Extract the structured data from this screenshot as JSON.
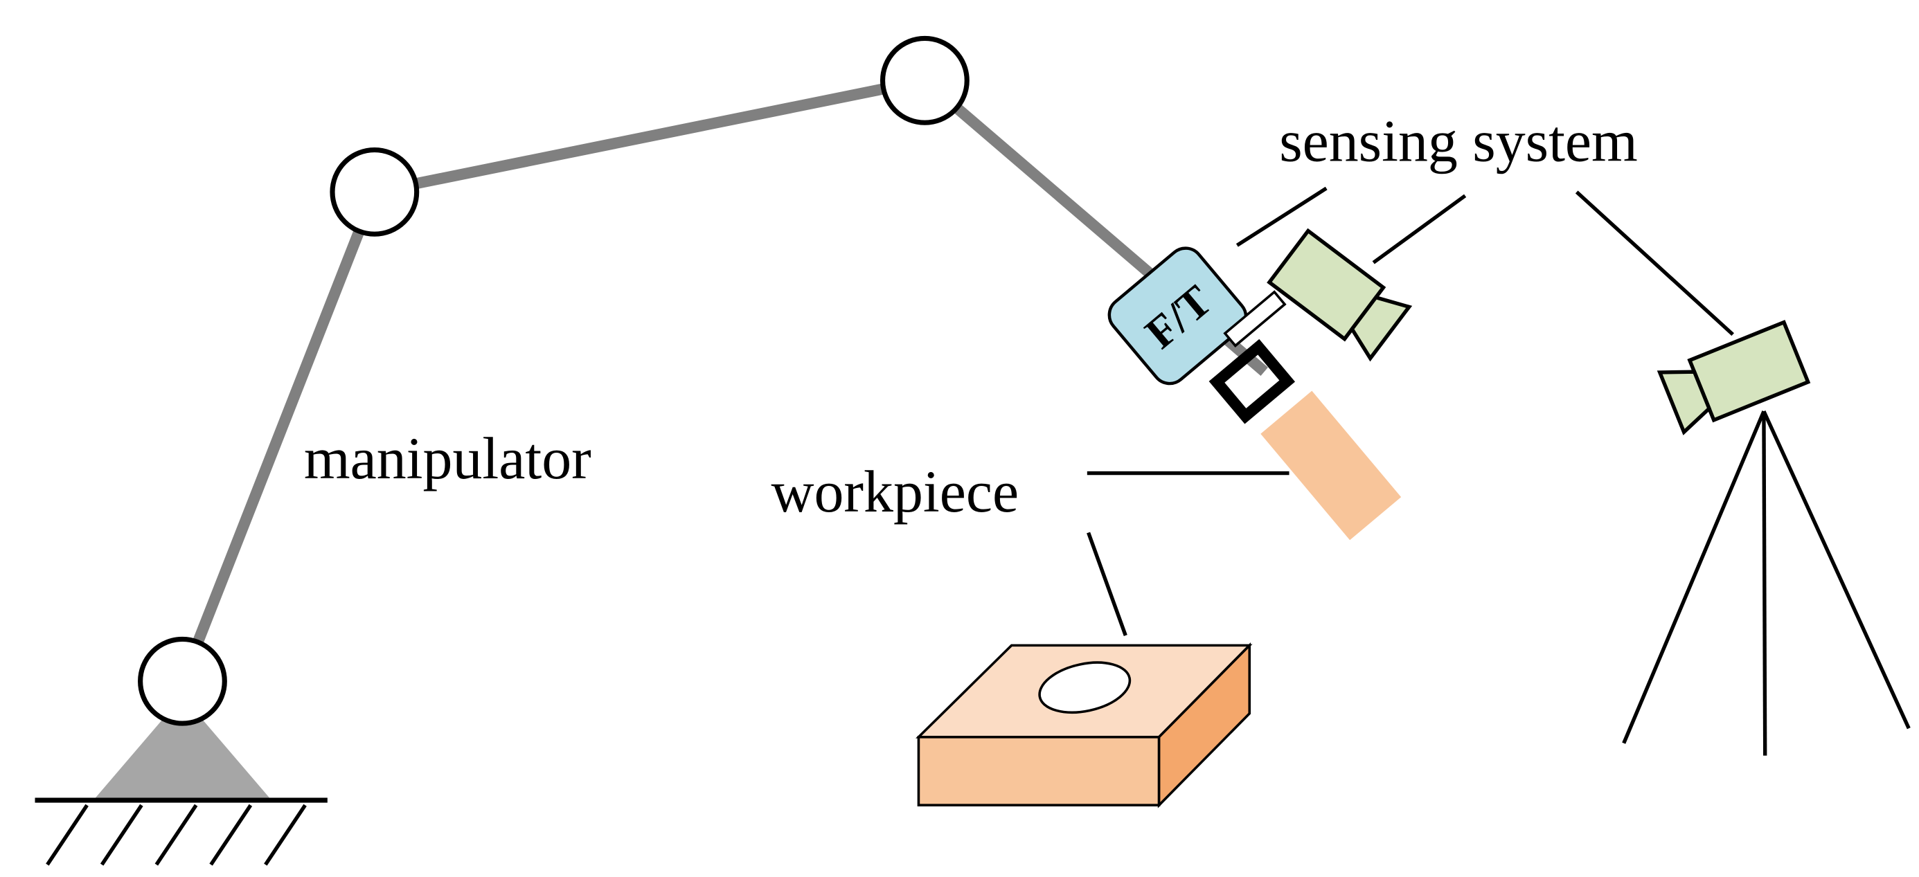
{
  "labels": {
    "manipulator": "manipulator",
    "workpiece": "workpiece",
    "sensing_system": "sensing system",
    "force_torque_sensor": "F/T"
  },
  "colors": {
    "link": "#808080",
    "base": "#a6a6a6",
    "ft_sensor_fill": "#b4dde8",
    "camera_fill": "#d6e4bf",
    "workpiece_peg": "#f8c59a",
    "block_top": "#fbdcc4",
    "block_front": "#f8c59a",
    "block_side": "#f4a76b",
    "outline": "#000000"
  }
}
